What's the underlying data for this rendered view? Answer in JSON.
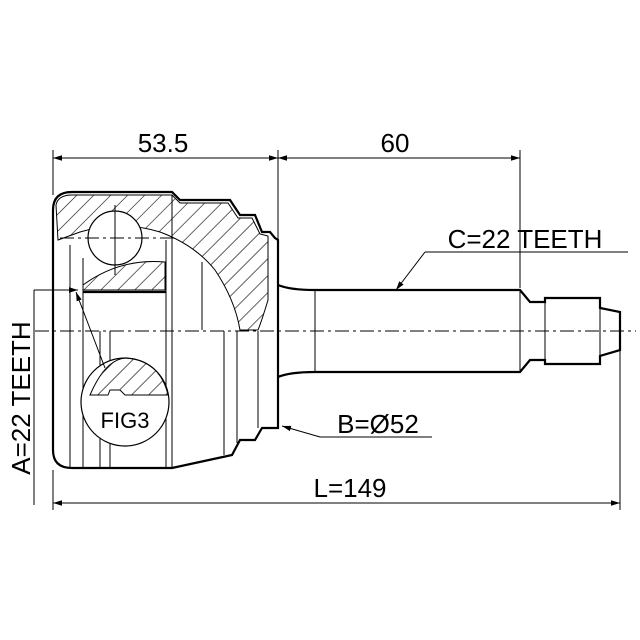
{
  "dimensions": {
    "housing_length": "53.5",
    "shaft_length": "60",
    "outer_spline": "C=22 TEETH",
    "seal_diameter": "B=Ø52",
    "total_length": "L=149",
    "inner_spline": "A=22 TEETH"
  },
  "detail_label": "FIG3"
}
